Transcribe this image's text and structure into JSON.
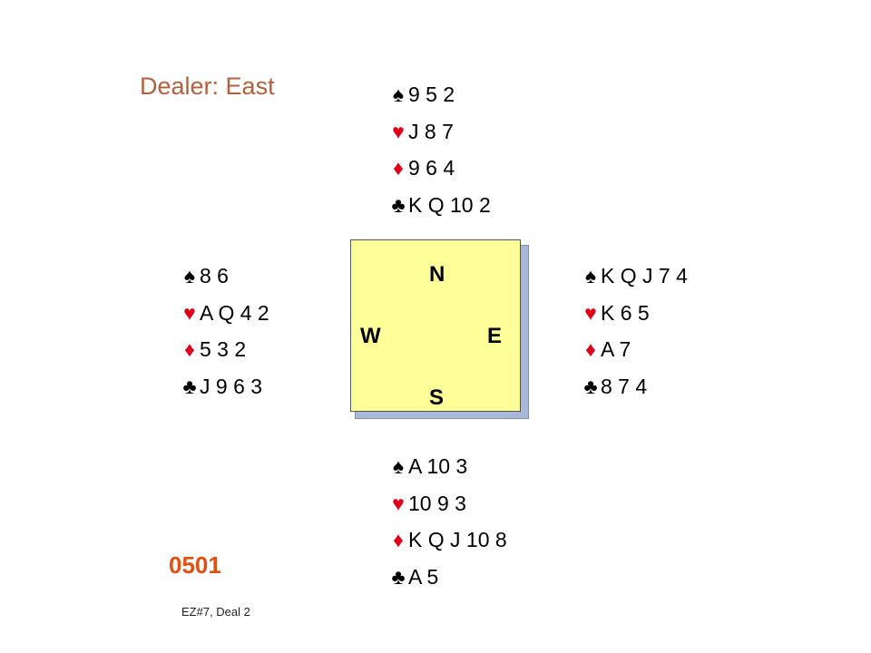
{
  "dealer_label": "Dealer: East",
  "deal_number": "0501",
  "source": "EZ#7, Deal 2",
  "compass": {
    "north": "N",
    "west": "W",
    "east": "E",
    "south": "S"
  },
  "suits": {
    "spades": {
      "symbol": "♠",
      "color": "#000000"
    },
    "hearts": {
      "symbol": "♥",
      "color": "#e0001a"
    },
    "diamonds": {
      "symbol": "♦",
      "color": "#e0001a"
    },
    "clubs": {
      "symbol": "♣",
      "color": "#000000"
    }
  },
  "hands": {
    "north": {
      "spades": "9 5 2",
      "hearts": "J 8 7",
      "diamonds": "9 6 4",
      "clubs": "K Q 10 2"
    },
    "west": {
      "spades": "8 6",
      "hearts": "A Q 4 2",
      "diamonds": "5 3 2",
      "clubs": "J 9 6 3"
    },
    "east": {
      "spades": "K Q J 7 4",
      "hearts": "K 6 5",
      "diamonds": "A 7",
      "clubs": "8 7 4"
    },
    "south": {
      "spades": "A 10 3",
      "hearts": "10 9 3",
      "diamonds": "K Q J 10 8",
      "clubs": "A 5"
    }
  }
}
